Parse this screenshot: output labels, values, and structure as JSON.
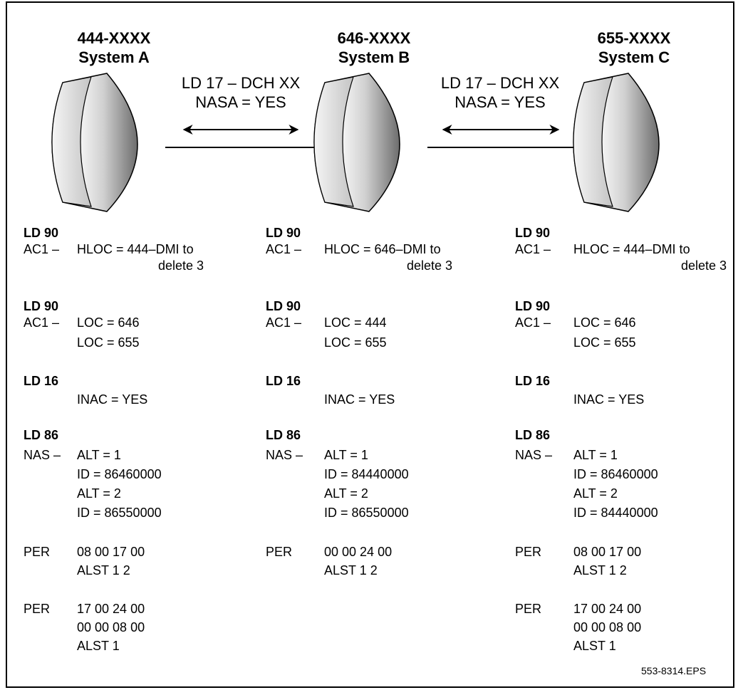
{
  "systems": [
    {
      "number": "444-XXXX",
      "name": "System A"
    },
    {
      "number": "646-XXXX",
      "name": "System B"
    },
    {
      "number": "655-XXXX",
      "name": "System C"
    }
  ],
  "links": [
    {
      "line1": "LD 17 – DCH XX",
      "line2": "NASA = YES"
    },
    {
      "line1": "LD 17 – DCH XX",
      "line2": "NASA = YES"
    }
  ],
  "columns": [
    {
      "ld90a": "LD 90",
      "ac1a": "AC1 –",
      "hloc": "HLOC = 444–DMI to",
      "hloc2": "delete 3",
      "ld90b": "LD 90",
      "ac1b": "AC1 –",
      "loc1": "LOC = 646",
      "loc2": "LOC = 655",
      "ld16": "LD 16",
      "inac": "INAC = YES",
      "ld86": "LD 86",
      "nas": "NAS –",
      "alt1": "ALT = 1",
      "id1": "ID = 86460000",
      "alt2": "ALT = 2",
      "id2": "ID = 86550000",
      "per1": "PER",
      "per1v": "08 00 17 00",
      "per1alst": "ALST  1 2",
      "per2": "PER",
      "per2v1": "17 00 24 00",
      "per2v2": "00 00 08 00",
      "per2alst": "ALST 1"
    },
    {
      "ld90a": "LD 90",
      "ac1a": "AC1 –",
      "hloc": "HLOC = 646–DMI to",
      "hloc2": "delete 3",
      "ld90b": "LD 90",
      "ac1b": "AC1 –",
      "loc1": "LOC = 444",
      "loc2": "LOC = 655",
      "ld16": "LD 16",
      "inac": "INAC = YES",
      "ld86": "LD 86",
      "nas": "NAS –",
      "alt1": "ALT = 1",
      "id1": "ID = 84440000",
      "alt2": "ALT = 2",
      "id2": "ID = 86550000",
      "per1": "PER",
      "per1v": "00 00 24 00",
      "per1alst": "ALST  1 2"
    },
    {
      "ld90a": "LD 90",
      "ac1a": "AC1 –",
      "hloc": "HLOC = 444–DMI to",
      "hloc2": "delete 3",
      "ld90b": "LD 90",
      "ac1b": "AC1 –",
      "loc1": "LOC = 646",
      "loc2": "LOC = 655",
      "ld16": "LD 16",
      "inac": "INAC = YES",
      "ld86": "LD 86",
      "nas": "NAS –",
      "alt1": "ALT = 1",
      "id1": "ID = 86460000",
      "alt2": "ALT = 2",
      "id2": "ID = 84440000",
      "per1": "PER",
      "per1v": "08 00 17 00",
      "per1alst": "ALST  1 2",
      "per2": "PER",
      "per2v1": "17 00 24 00",
      "per2v2": "00 00 08 00",
      "per2alst": "ALST 1"
    }
  ],
  "footer": "553-8314.EPS"
}
